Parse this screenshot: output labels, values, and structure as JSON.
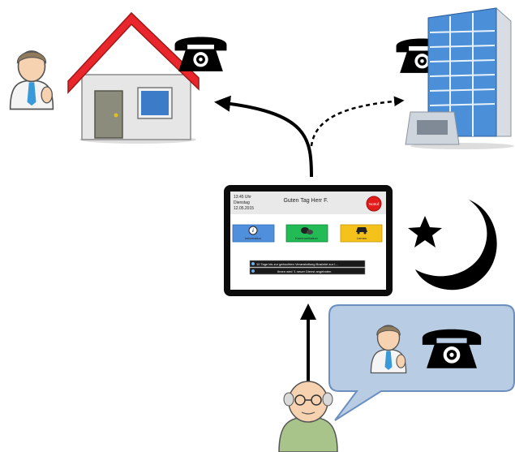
{
  "tablet": {
    "time": "13:45 Uhr",
    "weekday": "Dienstag",
    "date": "12.05.2015",
    "greeting": "Guten Tag Herr F.",
    "emergency_label": "Notruf",
    "tiles": [
      {
        "label": "Information",
        "color": "#4f8fdc"
      },
      {
        "label": "Kommunikation",
        "color": "#22bb55"
      },
      {
        "label": "Lernen",
        "color": "#f5c21b"
      }
    ],
    "messages": [
      "10 Tage bis zur gebuchten Veranstaltung Busfahrt zur I...",
      "Ihnen wird '1 neuer Dienst angeboten"
    ]
  },
  "icons": {
    "home": "house-icon",
    "office": "office-building-icon",
    "phone": "telephone-icon",
    "night": "moon-star-icon",
    "caregiver": "caregiver-person-icon",
    "senior": "senior-person-icon"
  },
  "colors": {
    "roof": "#e8262c",
    "speech_bubble": "#b8cce4",
    "speech_bubble_border": "#6d8fbf",
    "screen_bg": "#111111"
  }
}
